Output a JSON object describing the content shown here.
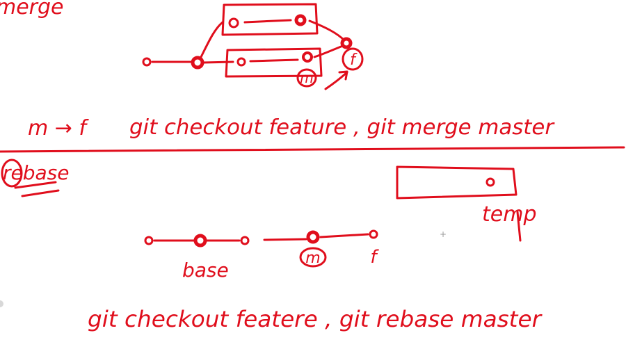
{
  "colors": {
    "ink": "#e00e1c",
    "background": "#ffffff"
  },
  "merge": {
    "heading": "merge",
    "branch_label_master": "m",
    "branch_label_feature": "f",
    "command": {
      "mapping": "m → f",
      "text": "git checkout feature , git merge master"
    }
  },
  "rebase": {
    "heading": "rebase",
    "base_label": "base",
    "branch_label_master": "m",
    "branch_label_feature": "f",
    "temp_label": "temp",
    "command": {
      "text": "git checkout featere , git rebase master"
    }
  }
}
